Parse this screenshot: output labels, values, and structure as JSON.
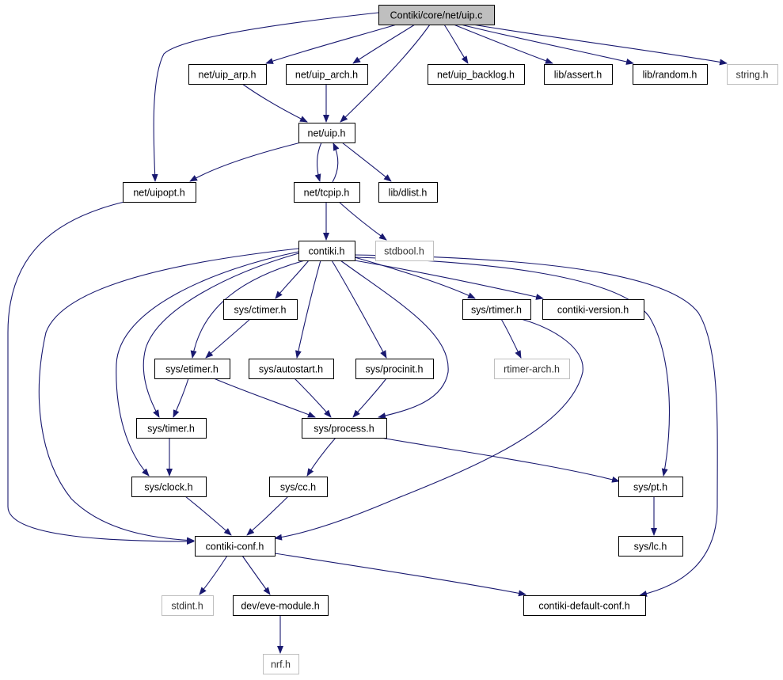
{
  "diagram": {
    "colors": {
      "edge": "#191970",
      "node_border": "#000000",
      "external_border": "#bfbfbf",
      "root_fill": "#bfbfbf",
      "node_fill": "#ffffff",
      "text": "#000000",
      "external_text": "#333333"
    },
    "nodes": [
      {
        "id": "uip_c",
        "label": "Contiki/core/net/uip.c",
        "kind": "root"
      },
      {
        "id": "uip_arp",
        "label": "net/uip_arp.h",
        "kind": "internal"
      },
      {
        "id": "uip_arch",
        "label": "net/uip_arch.h",
        "kind": "internal"
      },
      {
        "id": "uip_backlog",
        "label": "net/uip_backlog.h",
        "kind": "internal"
      },
      {
        "id": "assert",
        "label": "lib/assert.h",
        "kind": "internal"
      },
      {
        "id": "random",
        "label": "lib/random.h",
        "kind": "internal"
      },
      {
        "id": "string",
        "label": "string.h",
        "kind": "external"
      },
      {
        "id": "uip_h",
        "label": "net/uip.h",
        "kind": "internal"
      },
      {
        "id": "uipopt",
        "label": "net/uipopt.h",
        "kind": "internal"
      },
      {
        "id": "tcpip",
        "label": "net/tcpip.h",
        "kind": "internal"
      },
      {
        "id": "dlist",
        "label": "lib/dlist.h",
        "kind": "internal"
      },
      {
        "id": "contiki",
        "label": "contiki.h",
        "kind": "internal"
      },
      {
        "id": "stdbool",
        "label": "stdbool.h",
        "kind": "external"
      },
      {
        "id": "ctimer",
        "label": "sys/ctimer.h",
        "kind": "internal"
      },
      {
        "id": "rtimer",
        "label": "sys/rtimer.h",
        "kind": "internal"
      },
      {
        "id": "contiki_version",
        "label": "contiki-version.h",
        "kind": "internal"
      },
      {
        "id": "etimer",
        "label": "sys/etimer.h",
        "kind": "internal"
      },
      {
        "id": "autostart",
        "label": "sys/autostart.h",
        "kind": "internal"
      },
      {
        "id": "procinit",
        "label": "sys/procinit.h",
        "kind": "internal"
      },
      {
        "id": "rtimer_arch",
        "label": "rtimer-arch.h",
        "kind": "external"
      },
      {
        "id": "timer",
        "label": "sys/timer.h",
        "kind": "internal"
      },
      {
        "id": "process",
        "label": "sys/process.h",
        "kind": "internal"
      },
      {
        "id": "clock",
        "label": "sys/clock.h",
        "kind": "internal"
      },
      {
        "id": "cc",
        "label": "sys/cc.h",
        "kind": "internal"
      },
      {
        "id": "pt",
        "label": "sys/pt.h",
        "kind": "internal"
      },
      {
        "id": "conf",
        "label": "contiki-conf.h",
        "kind": "internal"
      },
      {
        "id": "lc",
        "label": "sys/lc.h",
        "kind": "internal"
      },
      {
        "id": "stdint",
        "label": "stdint.h",
        "kind": "external"
      },
      {
        "id": "eve",
        "label": "dev/eve-module.h",
        "kind": "internal"
      },
      {
        "id": "default_conf",
        "label": "contiki-default-conf.h",
        "kind": "internal"
      },
      {
        "id": "nrf",
        "label": "nrf.h",
        "kind": "external"
      }
    ],
    "edges": [
      [
        "uip_c",
        "uip_arp"
      ],
      [
        "uip_c",
        "uip_arch"
      ],
      [
        "uip_c",
        "uip_h"
      ],
      [
        "uip_c",
        "uip_backlog"
      ],
      [
        "uip_c",
        "assert"
      ],
      [
        "uip_c",
        "random"
      ],
      [
        "uip_c",
        "string"
      ],
      [
        "uip_c",
        "uipopt"
      ],
      [
        "uip_arp",
        "uip_h"
      ],
      [
        "uip_arch",
        "uip_h"
      ],
      [
        "uip_h",
        "uipopt"
      ],
      [
        "uip_h",
        "tcpip"
      ],
      [
        "uip_h",
        "dlist"
      ],
      [
        "tcpip",
        "uip_h"
      ],
      [
        "tcpip",
        "contiki"
      ],
      [
        "tcpip",
        "stdbool"
      ],
      [
        "uipopt",
        "conf"
      ],
      [
        "contiki",
        "ctimer"
      ],
      [
        "contiki",
        "etimer"
      ],
      [
        "contiki",
        "autostart"
      ],
      [
        "contiki",
        "procinit"
      ],
      [
        "contiki",
        "process"
      ],
      [
        "contiki",
        "rtimer"
      ],
      [
        "contiki",
        "contiki_version"
      ],
      [
        "contiki",
        "timer"
      ],
      [
        "contiki",
        "clock"
      ],
      [
        "contiki",
        "conf"
      ],
      [
        "contiki",
        "pt"
      ],
      [
        "contiki",
        "default_conf"
      ],
      [
        "ctimer",
        "etimer"
      ],
      [
        "etimer",
        "timer"
      ],
      [
        "etimer",
        "process"
      ],
      [
        "autostart",
        "process"
      ],
      [
        "procinit",
        "process"
      ],
      [
        "rtimer",
        "rtimer_arch"
      ],
      [
        "rtimer",
        "conf"
      ],
      [
        "timer",
        "clock"
      ],
      [
        "clock",
        "conf"
      ],
      [
        "process",
        "cc"
      ],
      [
        "process",
        "pt"
      ],
      [
        "cc",
        "conf"
      ],
      [
        "pt",
        "lc"
      ],
      [
        "conf",
        "stdint"
      ],
      [
        "conf",
        "eve"
      ],
      [
        "conf",
        "default_conf"
      ],
      [
        "eve",
        "nrf"
      ]
    ]
  }
}
